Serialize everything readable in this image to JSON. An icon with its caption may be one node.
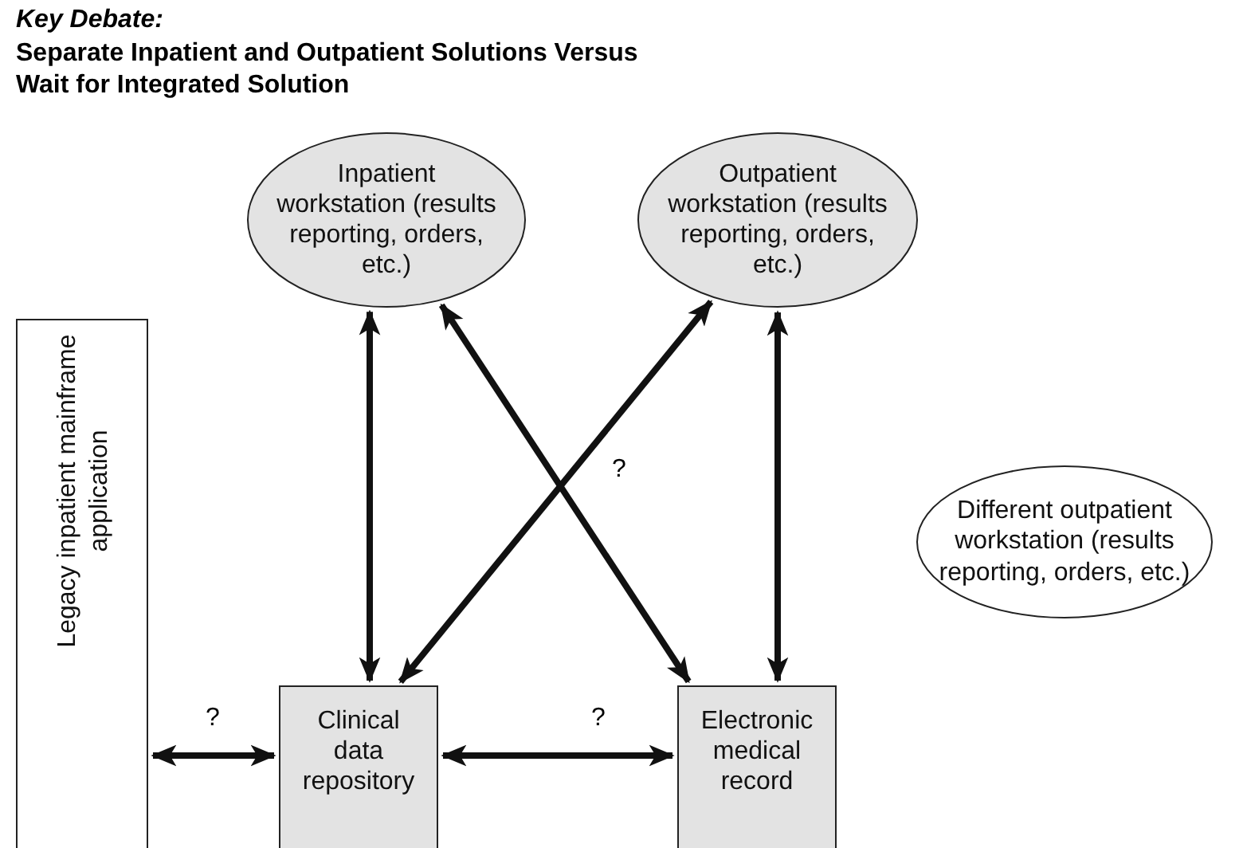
{
  "diagram": {
    "title": "Separate Inpatient and Outpatient Solutions Versus Wait for Integrated Solution",
    "nodes": [
      {
        "text": [
          "Legacy inpatient mainframe application"
        ]
      },
      {
        "text": [
          "Inpatient workstation (results reporting, orders, etc.)"
        ]
      },
      {
        "text": [
          "Outpatient workstation (results reporting, orders, etc.)"
        ]
      },
      {
        "text": [
          "Different outpatient workstation (results reporting, orders, etc.)"
        ]
      },
      {
        "text": [
          "Clinical data repository"
        ]
      },
      {
        "text": [
          "Electronic medical record"
        ]
      }
    ],
    "edges": [
      {
        "from": 1,
        "to": 4,
        "arrow": "both"
      },
      {
        "from": 2,
        "to": 5,
        "arrow": "both"
      },
      {
        "from": 4,
        "to": 2,
        "arrow": "both"
      },
      {
        "from": 1,
        "to": 5,
        "arrow": "both"
      },
      {
        "from": 0,
        "to": 4,
        "label": "?",
        "arrow": "both"
      },
      {
        "from": 4,
        "to": 5,
        "label": "?",
        "arrow": "both"
      }
    ],
    "labels": [
      "Key Debate:",
      "?"
    ]
  }
}
